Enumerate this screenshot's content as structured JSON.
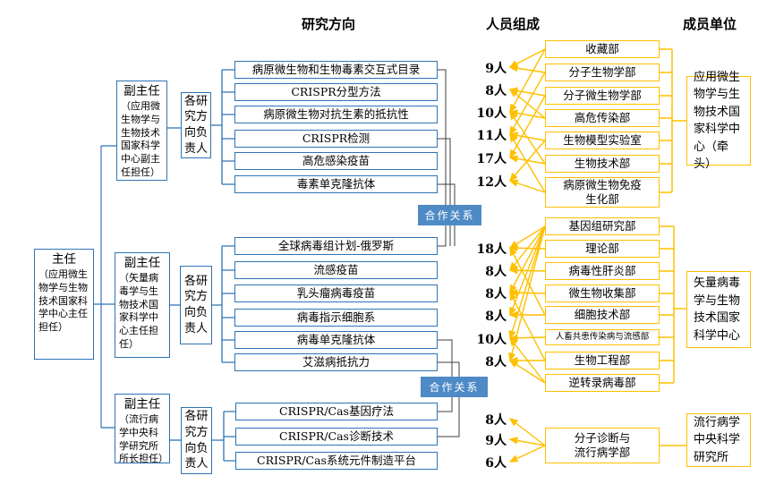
{
  "headers": {
    "research": "研究方向",
    "personnel": "人员组成",
    "units": "成员单位"
  },
  "org": {
    "director": {
      "title": "主任",
      "note": "（应用微生物学与生物技术国家科学中心主任担任）"
    },
    "deputies": [
      {
        "title": "副主任",
        "note": "（应用微生物学与生物技术国家科学中心副主任担任）"
      },
      {
        "title": "副主任",
        "note": "（矢量病毒学与生物技术国家科学中心主任担任）"
      },
      {
        "title": "副主任",
        "note": "（流行病学中央科学研究所所长担任）"
      }
    ],
    "leader_label": "各研究方向负责人"
  },
  "collab_badge": "合作关系",
  "colors": {
    "blue_border": "#2E74B5",
    "yellow": "#FFC000",
    "badge_blue": "#4E8AC6",
    "trunk_blue": "#8EA9DB",
    "collab_line": "#3F3F3F"
  },
  "groups": [
    {
      "directions": [
        "病原微生物和生物毒素交互式目录",
        "CRISPR分型方法",
        "病原微生物对抗生素的抵抗性",
        "CRISPR检测",
        "高危感染疫苗",
        "毒素单克隆抗体"
      ],
      "counts": [
        "9人",
        "8人",
        "10人",
        "11人",
        "17人",
        "12人"
      ],
      "departments": [
        "收藏部",
        "分子生物学部",
        "分子微生物学部",
        "高危传染部",
        "生物模型实验室",
        "生物技术部",
        "病原微生物免疫生化部"
      ],
      "unit": "应用微生物学与生物技术国家科学中心（牵头）",
      "links": [
        [
          0,
          0
        ],
        [
          1,
          0
        ],
        [
          2,
          1
        ],
        [
          3,
          1
        ],
        [
          0,
          2
        ],
        [
          3,
          2
        ],
        [
          5,
          2
        ],
        [
          1,
          3
        ],
        [
          4,
          3
        ],
        [
          6,
          3
        ],
        [
          2,
          4
        ],
        [
          5,
          4
        ],
        [
          4,
          5
        ],
        [
          6,
          5
        ]
      ]
    },
    {
      "directions": [
        "全球病毒组计划-俄罗斯",
        "流感疫苗",
        "乳头瘤病毒疫苗",
        "病毒指示细胞系",
        "病毒单克隆抗体",
        "艾滋病抵抗力"
      ],
      "counts": [
        "18人",
        "8人",
        "8人",
        "8人",
        "10人",
        "8人"
      ],
      "departments": [
        "基因组研究部",
        "理论部",
        "病毒性肝炎部",
        "微生物收集部",
        "细胞技术部",
        "人畜共患传染病与流感部",
        "生物工程部",
        "逆转录病毒部"
      ],
      "unit": "矢量病毒学与生物技术国家科学中心",
      "links": [
        [
          0,
          0
        ],
        [
          0,
          1
        ],
        [
          0,
          2
        ],
        [
          0,
          3
        ],
        [
          0,
          4
        ],
        [
          0,
          5
        ],
        [
          1,
          0
        ],
        [
          2,
          1
        ],
        [
          3,
          2
        ],
        [
          4,
          3
        ],
        [
          5,
          4
        ],
        [
          6,
          5
        ],
        [
          4,
          0
        ],
        [
          6,
          2
        ],
        [
          7,
          4
        ],
        [
          7,
          5
        ]
      ]
    },
    {
      "directions": [
        "CRISPR/Cas基因疗法",
        "CRISPR/Cas诊断技术",
        "CRISPR/Cas系统元件制造平台"
      ],
      "counts": [
        "8人",
        "9人",
        "6人"
      ],
      "departments": [
        "分子诊断与流行病学部"
      ],
      "unit": "流行病学中央科学研究所",
      "links": [
        [
          0,
          0
        ],
        [
          0,
          1
        ],
        [
          0,
          2
        ]
      ]
    }
  ]
}
